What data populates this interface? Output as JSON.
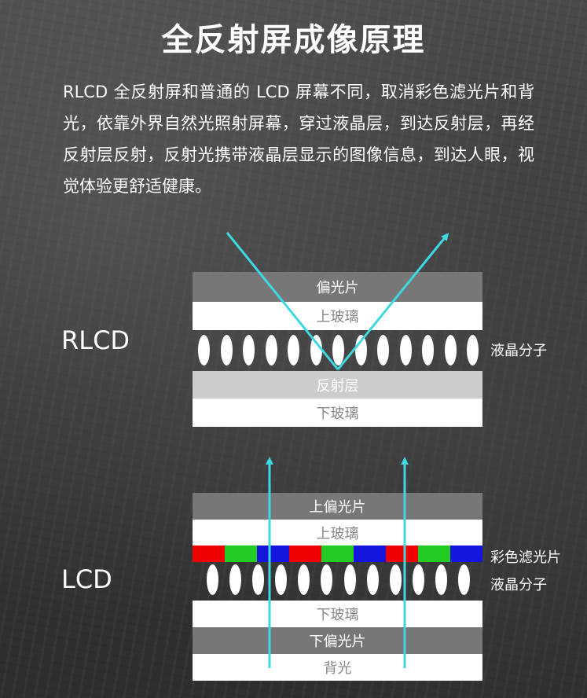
{
  "title": "全反射屏成像原理",
  "description": "RLCD 全反射屏和普通的 LCD 屏幕不同，取消彩色滤光片和背光，依靠外界自然光照射屏幕，穿过液晶层，到达反射层，再经反射层反射，反射光携带液晶层显示的图像信息，到达人眼，视觉体验更舒适健康。",
  "rlcd": {
    "label": "RLCD",
    "layers": [
      "偏光片",
      "上玻璃",
      "反射层",
      "下玻璃"
    ],
    "liquid_crystal_label": "液晶分子"
  },
  "lcd": {
    "label": "LCD",
    "layers": [
      "上偏光片",
      "上玻璃",
      "下玻璃",
      "下偏光片",
      "背光"
    ],
    "color_filter_label": "彩色滤光片",
    "liquid_crystal_label": "液晶分子",
    "color_filter_colors": [
      "#f00000",
      "#22cc22",
      "#1515e0",
      "#f00000",
      "#22cc22",
      "#1515e0",
      "#f00000",
      "#22cc22",
      "#1515e0"
    ]
  },
  "colors": {
    "ray": "#3fd8e0",
    "dark_layer": "#777777",
    "light_layer": "#ffffff",
    "reflect_layer": "#cccccc"
  }
}
